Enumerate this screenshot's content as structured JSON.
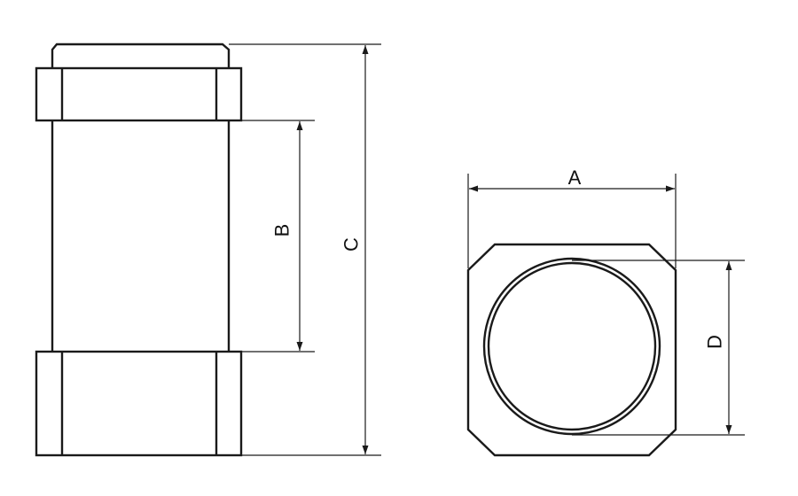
{
  "diagram": {
    "dimensions": {
      "A": "A",
      "B": "B",
      "C": "C",
      "D": "D"
    },
    "colors": {
      "line": "#1a1a1a",
      "background": "#ffffff"
    }
  }
}
